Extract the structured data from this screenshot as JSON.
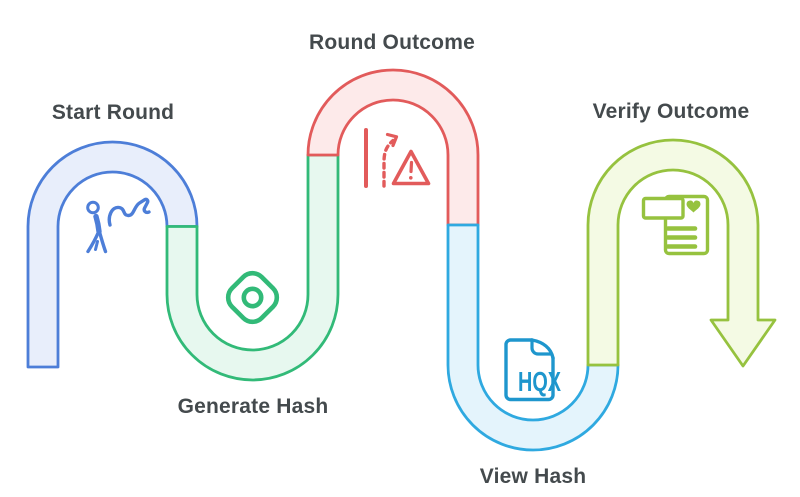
{
  "diagram": {
    "background": "#ffffff",
    "label_color": "#444a4d",
    "file_label": "HQX",
    "steps": [
      {
        "id": "start-round",
        "label": "Start Round",
        "stroke": "#4d7ed8",
        "fill": "#e8eefb",
        "icon": "walking-person-icon"
      },
      {
        "id": "generate-hash",
        "label": "Generate Hash",
        "stroke": "#32ba78",
        "fill": "#e7f8ef",
        "icon": "hash-diamond-icon"
      },
      {
        "id": "round-outcome",
        "label": "Round Outcome",
        "stroke": "#e25b5b",
        "fill": "#fdeaea",
        "icon": "road-warning-icon"
      },
      {
        "id": "view-hash",
        "label": "View Hash",
        "stroke": "#2fa9e0",
        "fill": "#e4f4fc",
        "icon_color": "#1e96cd",
        "stroke_note": "",
        "icon": "hqx-file-icon"
      },
      {
        "id": "verify-outcome",
        "label": "Verify Outcome",
        "stroke": "#96c23f",
        "fill": "#f4fae4",
        "icon": "receipt-heart-icon"
      }
    ]
  }
}
